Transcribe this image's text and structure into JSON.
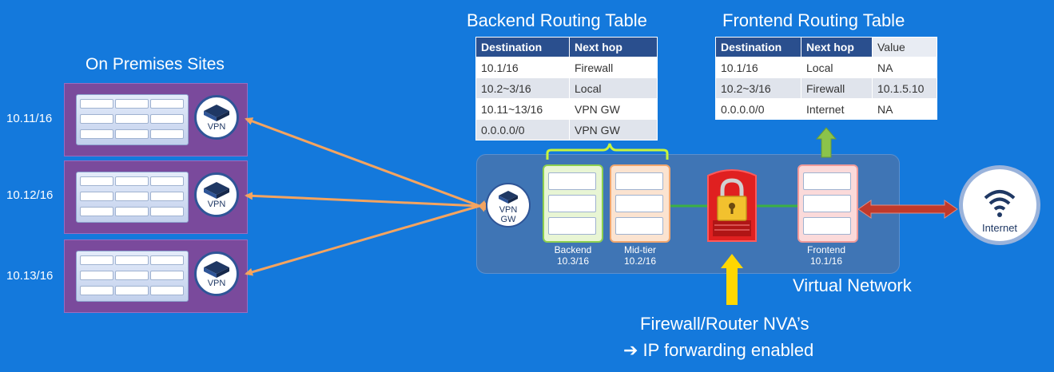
{
  "backend_table": {
    "title": "Backend Routing Table",
    "headers": [
      "Destination",
      "Next hop"
    ],
    "rows": [
      [
        "10.1/16",
        "Firewall"
      ],
      [
        "10.2~3/16",
        "Local"
      ],
      [
        "10.11~13/16",
        "VPN GW"
      ],
      [
        "0.0.0.0/0",
        "VPN GW"
      ]
    ]
  },
  "frontend_table": {
    "title": "Frontend Routing Table",
    "headers": [
      "Destination",
      "Next hop",
      "Value"
    ],
    "rows": [
      [
        "10.1/16",
        "Local",
        "NA"
      ],
      [
        "10.2~3/16",
        "Firewall",
        "10.1.5.10"
      ],
      [
        "0.0.0.0/0",
        "Internet",
        "NA"
      ]
    ]
  },
  "on_premises": {
    "title": "On Premises Sites",
    "sites": [
      {
        "subnet": "10.11/16",
        "device": "VPN"
      },
      {
        "subnet": "10.12/16",
        "device": "VPN"
      },
      {
        "subnet": "10.13/16",
        "device": "VPN"
      }
    ]
  },
  "vnet": {
    "label": "Virtual Network",
    "vpn_gw": [
      "VPN",
      "GW"
    ],
    "tiers": {
      "backend": {
        "name": "Backend",
        "subnet": "10.3/16"
      },
      "midtier": {
        "name": "Mid-tier",
        "subnet": "10.2/16"
      },
      "frontend": {
        "name": "Frontend",
        "subnet": "10.1/16"
      }
    }
  },
  "internet": "Internet",
  "nva": {
    "line1": "Firewall/Router NVA’s",
    "line2": "➔ IP forwarding enabled"
  },
  "colors": {
    "background": "#1479dc",
    "site_fill": "#7a4a9c",
    "vnet_fill": "#3f75b5",
    "arrow_orange": "#f4a460",
    "arrow_red": "#c0392b",
    "arrow_green": "#8bc34a",
    "arrow_yellow": "#ffd700",
    "firewall_red": "#e02020",
    "connector_green": "#3cb043",
    "brace_green": "#c8f53c"
  }
}
